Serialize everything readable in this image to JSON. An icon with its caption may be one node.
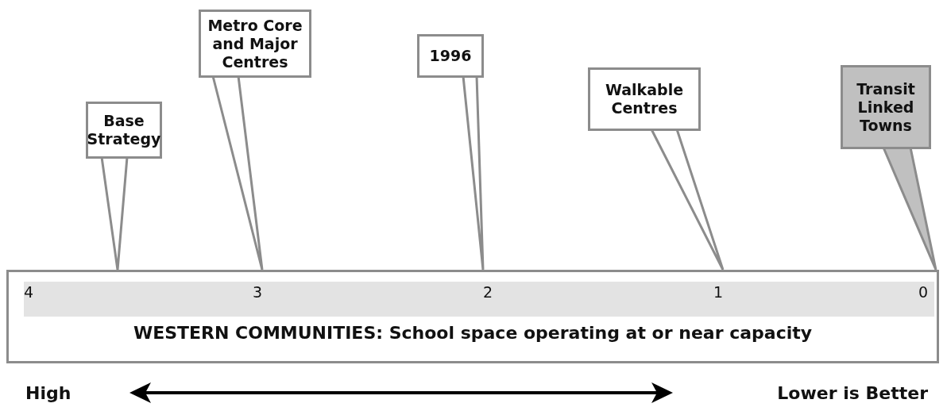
{
  "diagram": {
    "nodes": [
      {
        "text": [
          "Base Strategy"
        ]
      },
      {
        "text": [
          "Metro Core and Major Centres"
        ]
      },
      {
        "text": [
          "1996"
        ]
      },
      {
        "text": [
          "Walkable Centres"
        ]
      },
      {
        "text": [
          "Transit Linked Towns"
        ]
      },
      {
        "text": [
          "WESTERN COMMUNITIES: School space operating at or near capacity"
        ]
      }
    ],
    "edges": [
      {
        "from": 0,
        "to": 5,
        "arrow": "none"
      },
      {
        "from": 1,
        "to": 5,
        "arrow": "none"
      },
      {
        "from": 2,
        "to": 5,
        "arrow": "none"
      },
      {
        "from": 3,
        "to": 5,
        "arrow": "none"
      },
      {
        "from": 4,
        "to": 5,
        "arrow": "none"
      }
    ],
    "labels": [
      "4",
      "3",
      "2",
      "1",
      "0",
      "High",
      "Lower is Better"
    ]
  }
}
